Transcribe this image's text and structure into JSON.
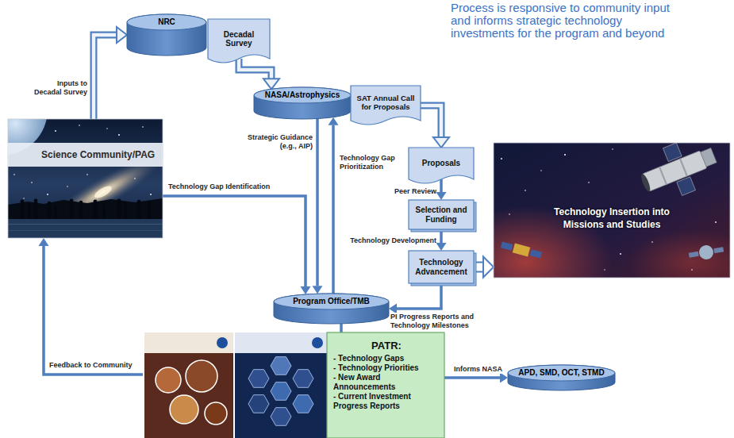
{
  "diagram": {
    "nodes": [
      {
        "text": [
          "NRC"
        ]
      },
      {
        "text": [
          "Decadal Survey"
        ]
      },
      {
        "text": [
          "NASA/Astrophysics"
        ]
      },
      {
        "text": [
          "SAT Annual Call for Proposals"
        ]
      },
      {
        "text": [
          "Science Community/PAG"
        ]
      },
      {
        "text": [
          "Proposals"
        ]
      },
      {
        "text": [
          "Selection and Funding"
        ]
      },
      {
        "text": [
          "Technology Advancement"
        ]
      },
      {
        "text": [
          "Technology Insertion into Missions and Studies"
        ]
      },
      {
        "text": [
          "Program Office/TMB"
        ]
      },
      {
        "text": [
          "PATR:",
          "- Technology Gaps",
          "- Technology Priorities",
          "- New Award Announcements",
          "- Current Investment Progress Reports"
        ]
      },
      {
        "text": [
          "APD, SMD, OCT, STMD"
        ]
      }
    ],
    "edges": [
      {
        "from": 4,
        "to": 0,
        "label": "Inputs to Decadal Survey",
        "arrow": "to"
      },
      {
        "from": 1,
        "to": 2,
        "arrow": "to"
      },
      {
        "from": 3,
        "to": 5,
        "arrow": "to"
      },
      {
        "from": 2,
        "to": 9,
        "label": "Strategic Guidance (e.g., AIP)",
        "arrow": "to"
      },
      {
        "from": 9,
        "to": 2,
        "label": "Technology Gap Prioritization",
        "arrow": "to"
      },
      {
        "from": 4,
        "to": 9,
        "label": "Technology Gap Identification",
        "arrow": "to"
      },
      {
        "from": 5,
        "to": 6,
        "label": "Peer Review",
        "arrow": "to"
      },
      {
        "from": 6,
        "to": 7,
        "label": "Technology Development",
        "arrow": "to"
      },
      {
        "from": 7,
        "to": 8,
        "arrow": "to"
      },
      {
        "from": 7,
        "to": 9,
        "label": "PI Progress Reports and Technology Milestones",
        "arrow": "to"
      },
      {
        "from": 9,
        "to": 10,
        "arrow": "none"
      },
      {
        "from": 10,
        "to": 11,
        "label": "Informs NASA",
        "arrow": "to"
      },
      {
        "from": 10,
        "to": 4,
        "label": "Feedback to Community",
        "arrow": "to"
      }
    ],
    "labels": [
      "Process is responsive to community input and informs strategic technology investments for the program and beyond"
    ]
  }
}
